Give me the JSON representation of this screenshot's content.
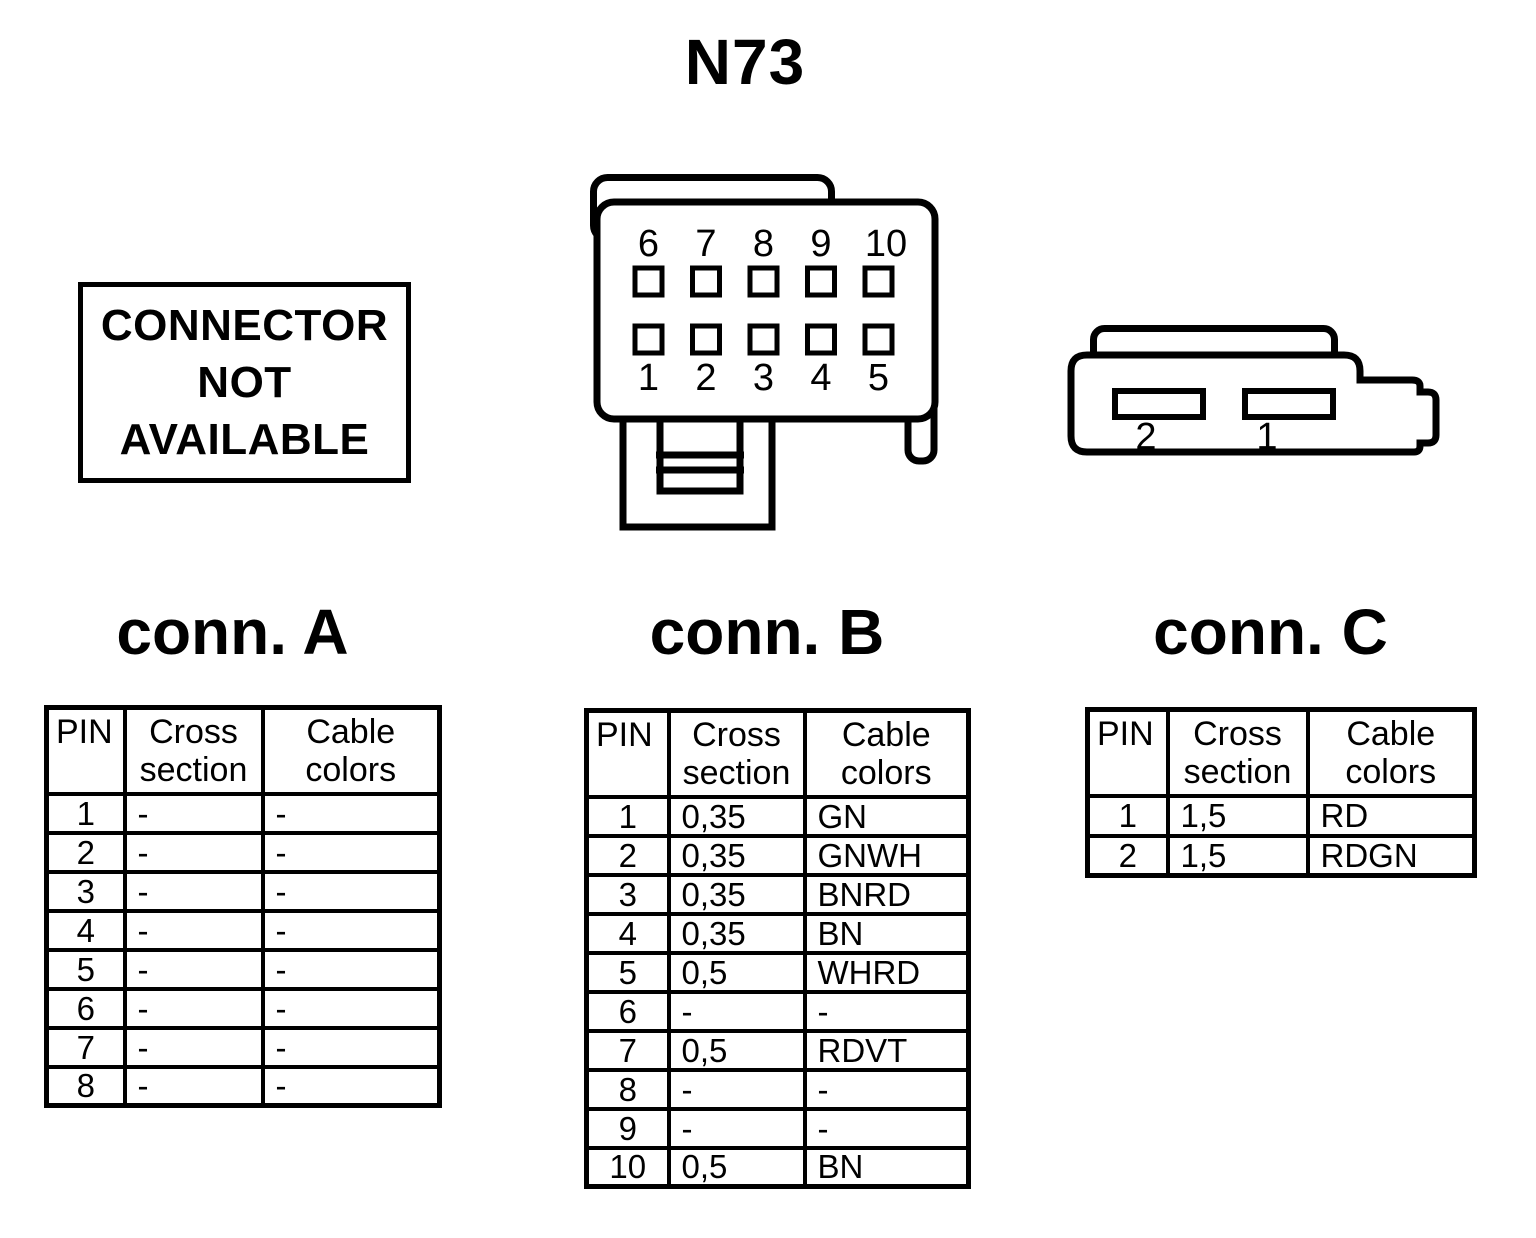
{
  "page": {
    "title": "N73"
  },
  "colors": {
    "ink": "#000000",
    "paper": "#ffffff"
  },
  "unavailable_box": {
    "lines": [
      "CONNECTOR",
      "NOT",
      "AVAILABLE"
    ]
  },
  "connector_b_diagram": {
    "top_pins": [
      "6",
      "7",
      "8",
      "9",
      "10"
    ],
    "bottom_pins": [
      "1",
      "2",
      "3",
      "4",
      "5"
    ]
  },
  "connector_c_diagram": {
    "pin_labels": [
      "2",
      "1"
    ]
  },
  "tables": [
    {
      "name": "conn. A",
      "headers": [
        "PIN",
        "Cross section",
        "Cable colors"
      ],
      "rows": [
        [
          "1",
          "-",
          "-"
        ],
        [
          "2",
          "-",
          "-"
        ],
        [
          "3",
          "-",
          "-"
        ],
        [
          "4",
          "-",
          "-"
        ],
        [
          "5",
          "-",
          "-"
        ],
        [
          "6",
          "-",
          "-"
        ],
        [
          "7",
          "-",
          "-"
        ],
        [
          "8",
          "-",
          "-"
        ]
      ]
    },
    {
      "name": "conn. B",
      "headers": [
        "PIN",
        "Cross section",
        "Cable colors"
      ],
      "rows": [
        [
          "1",
          "0,35",
          "GN"
        ],
        [
          "2",
          "0,35",
          "GNWH"
        ],
        [
          "3",
          "0,35",
          "BNRD"
        ],
        [
          "4",
          "0,35",
          "BN"
        ],
        [
          "5",
          "0,5",
          "WHRD"
        ],
        [
          "6",
          "-",
          "-"
        ],
        [
          "7",
          "0,5",
          "RDVT"
        ],
        [
          "8",
          "-",
          "-"
        ],
        [
          "9",
          "-",
          "-"
        ],
        [
          "10",
          "0,5",
          "BN"
        ]
      ]
    },
    {
      "name": "conn. C",
      "headers": [
        "PIN",
        "Cross section",
        "Cable colors"
      ],
      "rows": [
        [
          "1",
          "1,5",
          "RD"
        ],
        [
          "2",
          "1,5",
          "RDGN"
        ]
      ]
    }
  ]
}
